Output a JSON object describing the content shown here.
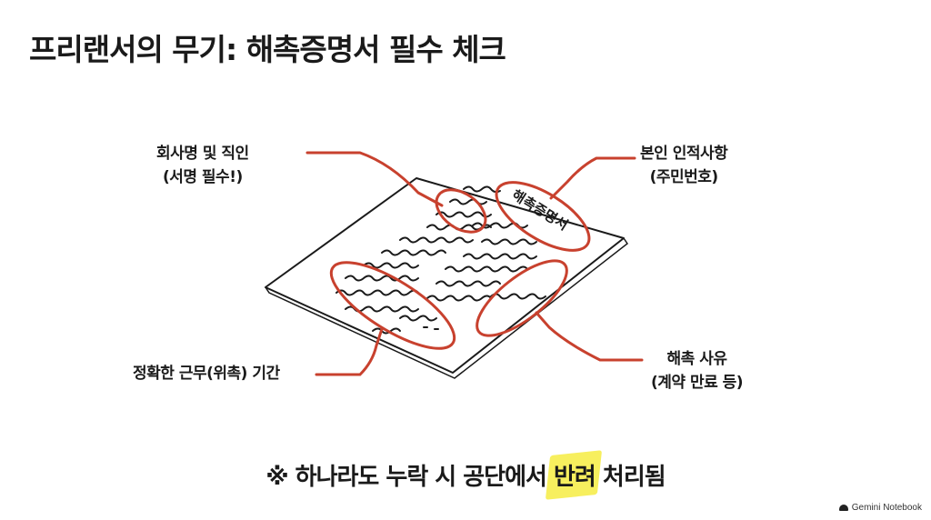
{
  "title": "프리랜서의 무기: 해촉증명서 필수 체크",
  "document": {
    "stamp": "해촉증명서"
  },
  "callouts": {
    "top_left": {
      "line1": "회사명 및 직인",
      "line2": "(서명 필수!)"
    },
    "top_right": {
      "line1": "본인 인적사항",
      "line2": "(주민번호)"
    },
    "bottom_left": {
      "line1": "정확한 근무(위촉) 기간"
    },
    "bottom_right": {
      "line1": "해촉 사유",
      "line2": "(계약 만료 등)"
    }
  },
  "footer": {
    "prefix": "※ 하나라도 누락 시 공단에서 ",
    "highlight": "반려",
    "suffix": " 처리됨"
  },
  "brand": {
    "label": "Gemini Notebook"
  },
  "colors": {
    "annotation_red": "#c8412e",
    "highlight_yellow": "#f7ef5e",
    "ink": "#1a1a1a"
  }
}
